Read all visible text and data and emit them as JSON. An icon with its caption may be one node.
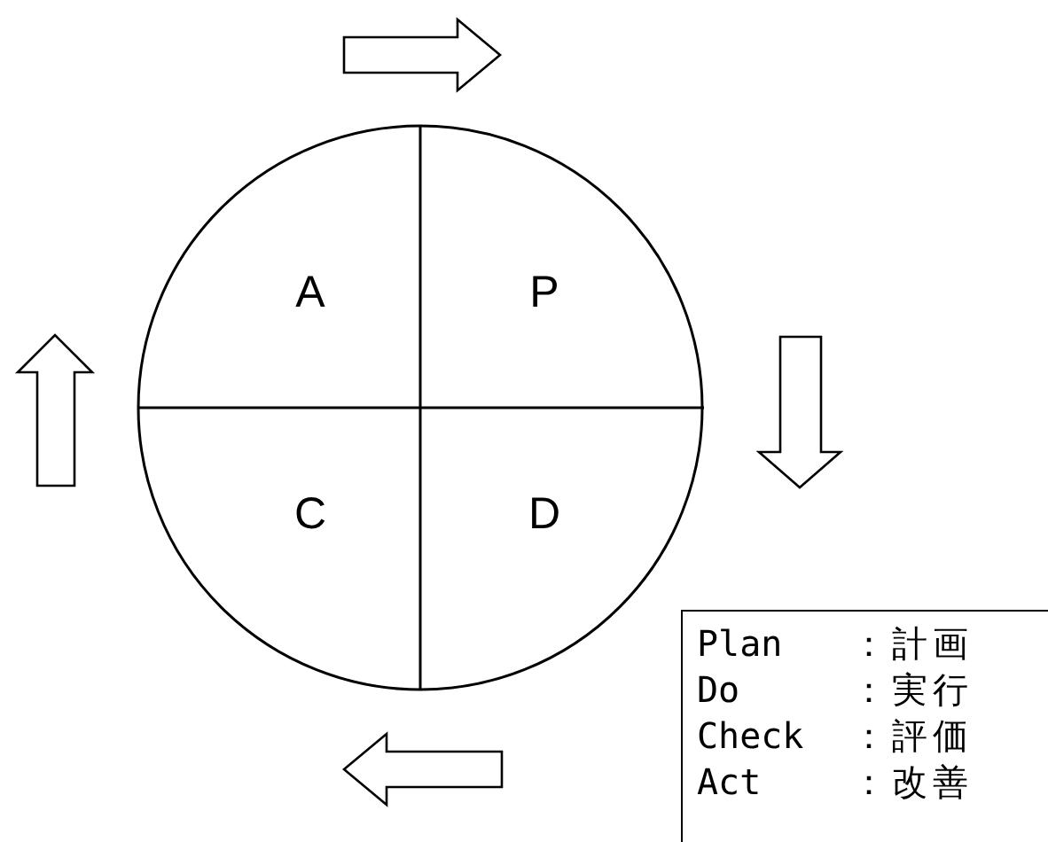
{
  "diagram": {
    "nodes": [
      {
        "text": [],
        "shape": "circle"
      },
      {
        "text": [
          "A"
        ],
        "in": 0
      },
      {
        "text": [
          "P"
        ],
        "in": 0
      },
      {
        "text": [
          "C"
        ],
        "in": 0
      },
      {
        "text": [
          "D"
        ],
        "in": 0
      },
      {
        "text": [
          "Plan",
          "：計画",
          "Do",
          "：実行",
          "Check",
          "：評価",
          "Act",
          "：改善"
        ]
      }
    ]
  }
}
